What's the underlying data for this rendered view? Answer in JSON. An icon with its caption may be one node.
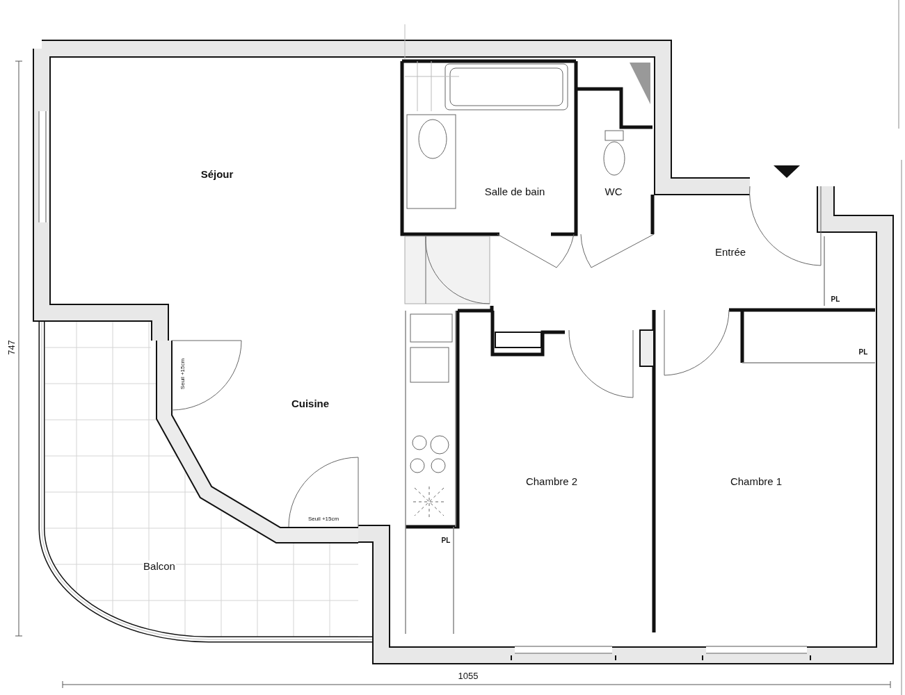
{
  "diagram": {
    "labels": [
      "Séjour",
      "Salle de bain",
      "WC",
      "Entrée",
      "PL",
      "PL",
      "747",
      "Seuil +15cm",
      "Cuisine",
      "Chambre 2",
      "Chambre 1",
      "Seuil +15cm",
      "PL",
      "Balcon",
      "1055"
    ]
  }
}
